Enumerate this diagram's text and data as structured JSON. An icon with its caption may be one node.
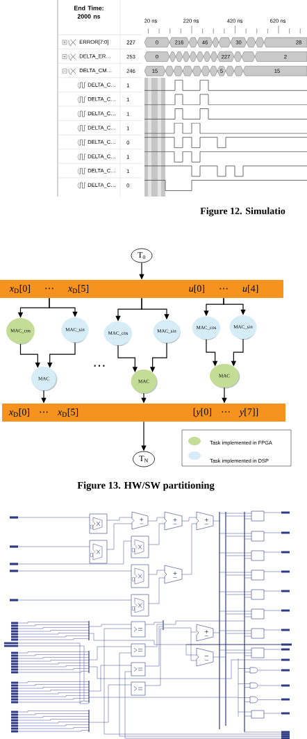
{
  "diagram": {
    "caption": "Figure 13. HW/SW partitioning",
    "nodes": [
      {
        "text": [
          "T$_{0}$"
        ]
      },
      {
        "text": [
          "*x*$_{D}$[0] ⋯ *x*$_{D}$[5]",
          "*u*[0] ⋯ *u*[4]"
        ]
      },
      {
        "text": [
          "MAC_cos"
        ]
      },
      {
        "text": [
          "MAC_sin"
        ]
      },
      {
        "text": [
          "MAC_cos"
        ]
      },
      {
        "text": [
          "MAC_sin"
        ]
      },
      {
        "text": [
          "MAC_cos"
        ]
      },
      {
        "text": [
          "MAC_sin"
        ]
      },
      {
        "text": [
          "MAC"
        ]
      },
      {
        "text": [
          "MAC"
        ]
      },
      {
        "text": [
          "MAC"
        ]
      },
      {
        "text": [
          "*x*$_{D}$[0] ⋯ *x*$_{D}$[5]",
          "[*y*[0] ⋯ *y*[7]]"
        ]
      },
      {
        "text": [
          "T$_{N}$"
        ]
      }
    ],
    "edges": [
      {
        "from": 0,
        "to": 1,
        "arrow": "to"
      },
      {
        "from": 1,
        "to": 2,
        "arrow": "to"
      },
      {
        "from": 1,
        "to": 3,
        "arrow": "to"
      },
      {
        "from": 1,
        "to": 4,
        "arrow": "to"
      },
      {
        "from": 1,
        "to": 5,
        "arrow": "to"
      },
      {
        "from": 1,
        "to": 6,
        "arrow": "to"
      },
      {
        "from": 1,
        "to": 7,
        "arrow": "to"
      },
      {
        "from": 2,
        "to": 8,
        "arrow": "to"
      },
      {
        "from": 3,
        "to": 8,
        "arrow": "to"
      },
      {
        "from": 4,
        "to": 9,
        "arrow": "to"
      },
      {
        "from": 5,
        "to": 9,
        "arrow": "to"
      },
      {
        "from": 6,
        "to": 10,
        "arrow": "to"
      },
      {
        "from": 7,
        "to": 10,
        "arrow": "to"
      },
      {
        "from": 8,
        "to": 11,
        "arrow": "to"
      },
      {
        "from": 9,
        "to": 11,
        "arrow": "to"
      },
      {
        "from": 10,
        "to": 11,
        "arrow": "to"
      },
      {
        "from": 11,
        "to": 12,
        "arrow": "to"
      }
    ],
    "labels": [
      "End Time: 2000 ns",
      "20 ns",
      "220 ns",
      "420 ns",
      "620 ns",
      "ERROR[7:0]",
      "227",
      "0",
      "216",
      "46",
      "30",
      "28",
      "DELTA_ER…",
      "253",
      "0",
      "227",
      "2",
      "DELTA_CM…",
      "246",
      "15",
      "5",
      "15",
      "DELTA_C…",
      "1",
      "DELTA_C…",
      "1",
      "DELTA_C…",
      "1",
      "DELTA_C…",
      "1",
      "DELTA_C…",
      "0",
      "DELTA_C…",
      "1",
      "DELTA_C…",
      "1",
      "DELTA_C…",
      "0",
      "Figure 12. Simulatio",
      "⋯"
    ],
    "legend": [
      {
        "text": "Task implemented in FPGA",
        "color": "#c4dd96"
      },
      {
        "text": "Task implemented in DSP",
        "color": "#d6ecf7"
      }
    ]
  }
}
